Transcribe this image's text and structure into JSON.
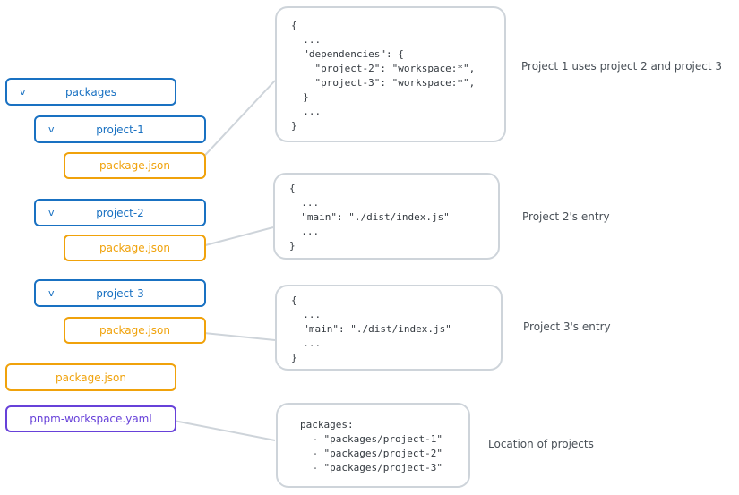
{
  "tree": {
    "packages": {
      "label": "packages",
      "chevron": "v"
    },
    "project1": {
      "label": "project-1",
      "chevron": "v"
    },
    "project1_pkg": {
      "label": "package.json"
    },
    "project2": {
      "label": "project-2",
      "chevron": "v"
    },
    "project2_pkg": {
      "label": "package.json"
    },
    "project3": {
      "label": "project-3",
      "chevron": "v"
    },
    "project3_pkg": {
      "label": "package.json"
    },
    "root_pkg": {
      "label": "package.json"
    },
    "workspace_yaml": {
      "label": "pnpm-workspace.yaml"
    }
  },
  "snippets": {
    "project1": "{\n  ...\n  \"dependencies\": {\n    \"project-2\": \"workspace:*\",\n    \"project-3\": \"workspace:*\",\n  }\n  ...\n}",
    "project2": "{\n  ...\n  \"main\": \"./dist/index.js\"\n  ...\n}",
    "project3": "{\n  ...\n  \"main\": \"./dist/index.js\"\n  ...\n}",
    "workspace": "packages:\n  - \"packages/project-1\"\n  - \"packages/project-2\"\n  - \"packages/project-3\""
  },
  "notes": {
    "project1": "Project 1 uses project 2 and project 3",
    "project2": "Project 2's entry",
    "project3": "Project 3's entry",
    "workspace": "Location of projects"
  },
  "colors": {
    "folder": "#1971c2",
    "file": "#f0a20b",
    "yaml": "#6741d9",
    "code_border": "#ced4da",
    "connector": "#ced4da"
  }
}
